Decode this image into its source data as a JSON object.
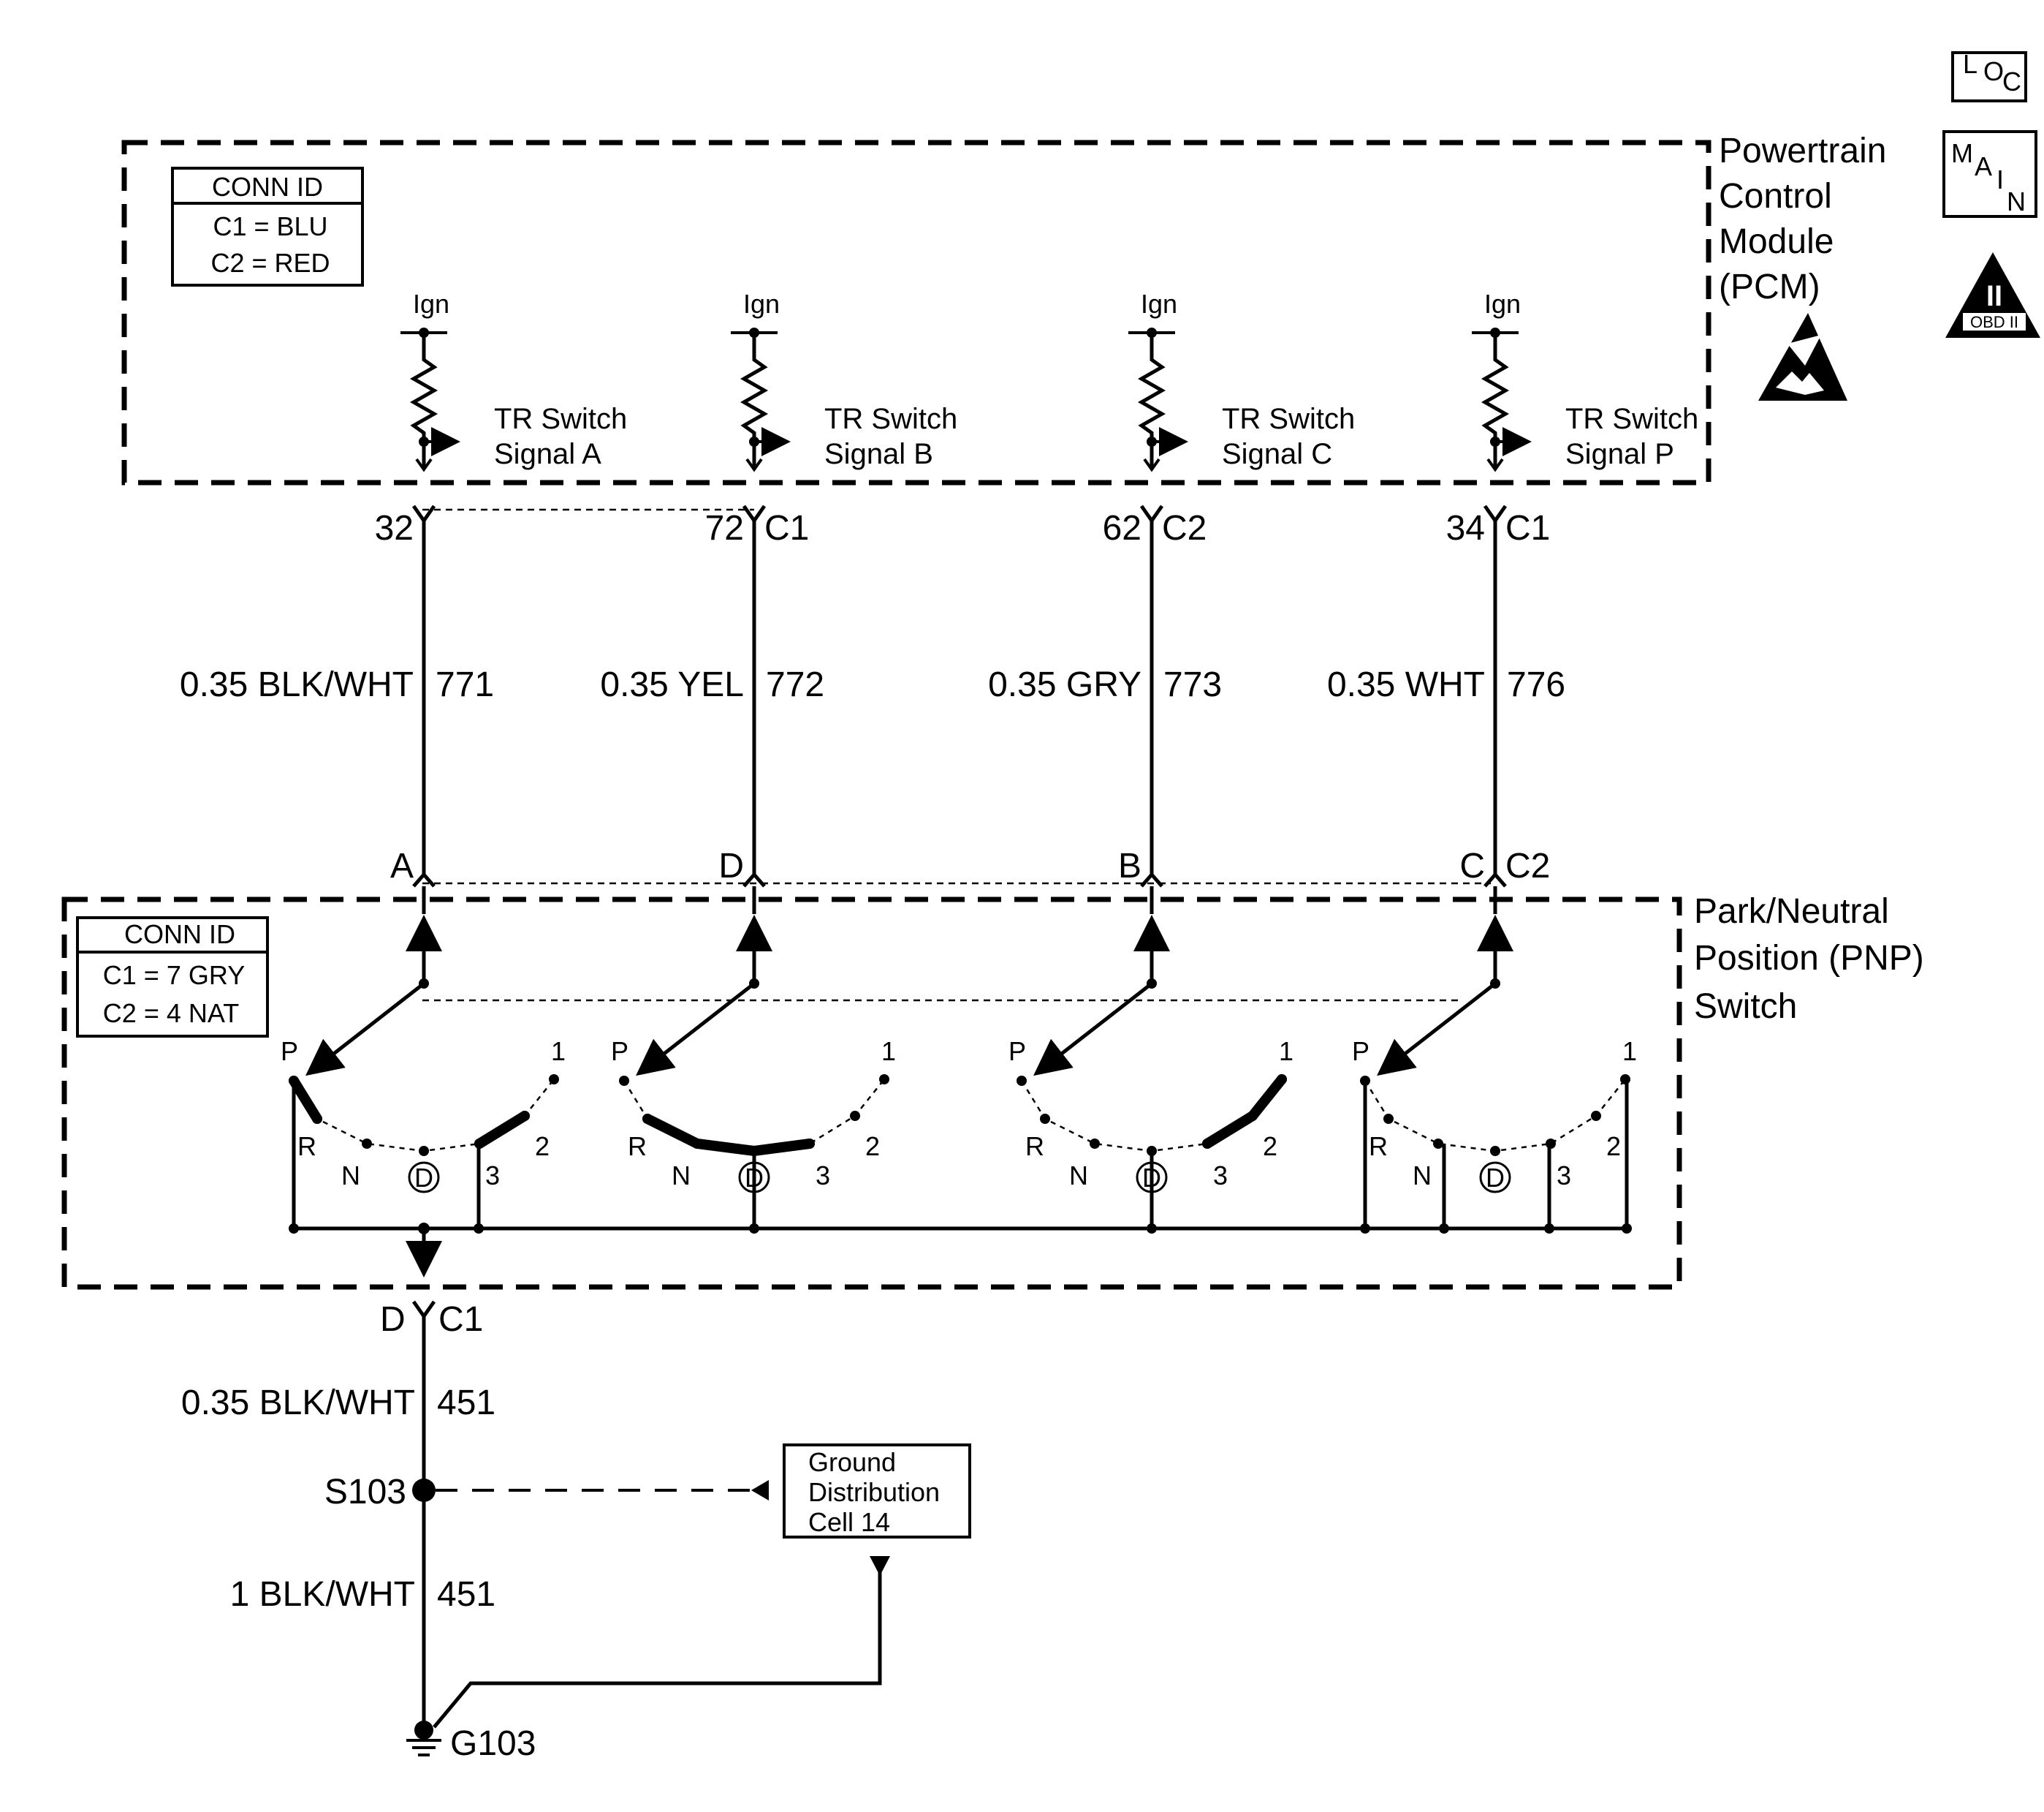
{
  "icons": {
    "loc": [
      "L",
      "O",
      "C"
    ],
    "main": [
      "M",
      "A",
      "I",
      "N"
    ],
    "obd": {
      "roman": "II",
      "label": "OBD II"
    },
    "esd": "esd-warning-icon"
  },
  "pcm": {
    "title": [
      "Powertrain",
      "Control",
      "Module",
      "(PCM)"
    ],
    "conn_id": {
      "header": "CONN ID",
      "rows": [
        "C1 = BLU",
        "C2 = RED"
      ]
    },
    "signals": [
      {
        "ign": "Ign",
        "line1": "TR Switch",
        "line2": "Signal A"
      },
      {
        "ign": "Ign",
        "line1": "TR Switch",
        "line2": "Signal B"
      },
      {
        "ign": "Ign",
        "line1": "TR Switch",
        "line2": "Signal C"
      },
      {
        "ign": "Ign",
        "line1": "TR Switch",
        "line2": "Signal P"
      }
    ]
  },
  "pcm_pins": [
    {
      "pin": "32",
      "conn": ""
    },
    {
      "pin": "72",
      "conn": "C1"
    },
    {
      "pin": "62",
      "conn": "C2"
    },
    {
      "pin": "34",
      "conn": "C1"
    }
  ],
  "wires": [
    {
      "label": "0.35 BLK/WHT",
      "circuit": "771"
    },
    {
      "label": "0.35 YEL",
      "circuit": "772"
    },
    {
      "label": "0.35 GRY",
      "circuit": "773"
    },
    {
      "label": "0.35 WHT",
      "circuit": "776"
    }
  ],
  "pnp_pins": [
    {
      "pin": "A",
      "conn": ""
    },
    {
      "pin": "D",
      "conn": ""
    },
    {
      "pin": "B",
      "conn": ""
    },
    {
      "pin": "C",
      "conn": "C2"
    }
  ],
  "pnp": {
    "title": [
      "Park/Neutral",
      "Position (PNP)",
      "Switch"
    ],
    "conn_id": {
      "header": "CONN ID",
      "rows": [
        "C1 = 7 GRY",
        "C2 = 4 NAT"
      ]
    },
    "positions": {
      "p": "P",
      "r": "R",
      "n": "N",
      "d": "D",
      "three": "3",
      "two": "2",
      "one": "1"
    }
  },
  "ground": {
    "pin": "D",
    "conn": "C1",
    "wire1": {
      "label": "0.35 BLK/WHT",
      "circuit": "451"
    },
    "splice": "S103",
    "wire2": {
      "label": "1 BLK/WHT",
      "circuit": "451"
    },
    "ground_point": "G103",
    "dist_box": [
      "Ground",
      "Distribution",
      "Cell 14"
    ]
  }
}
